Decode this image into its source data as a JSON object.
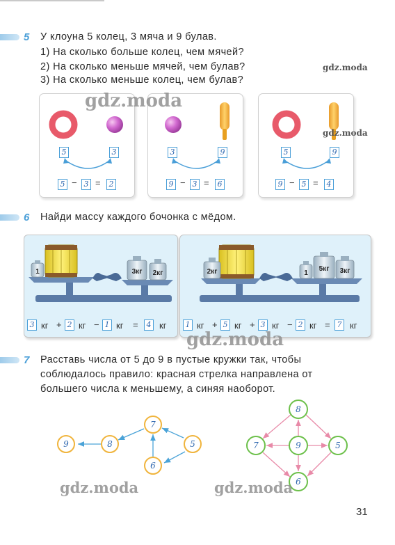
{
  "task5": {
    "number": "5",
    "text": "У клоуна 5 колец, 3 мяча и 9 булав.",
    "questions": [
      "1) На сколько больше колец, чем мячей?",
      "2) На сколько меньше мячей, чем булав?",
      "3) На сколько меньше колец, чем булав?"
    ],
    "panels": [
      {
        "left": "5",
        "right": "3",
        "eq": [
          "5",
          "3",
          "2"
        ]
      },
      {
        "left": "3",
        "right": "9",
        "eq": [
          "9",
          "3",
          "6"
        ]
      },
      {
        "left": "5",
        "right": "9",
        "eq": [
          "9",
          "5",
          "4"
        ]
      }
    ],
    "minus": "−",
    "equals": "="
  },
  "task6": {
    "number": "6",
    "text": "Найди массу каждого бочонка с мёдом.",
    "scale1": {
      "weights": [
        "1",
        "3кг",
        "2кг"
      ],
      "eq": [
        "3",
        "2",
        "1",
        "4"
      ],
      "unit": "кг"
    },
    "scale2": {
      "weights": [
        "2кг",
        "1",
        "5кг",
        "3кг"
      ],
      "eq": [
        "1",
        "5",
        "3",
        "2",
        "7"
      ],
      "unit": "кг"
    }
  },
  "task7": {
    "number": "7",
    "lines": [
      "Расставь числа от 5 до 9 в пустые кружки так, чтобы",
      "соблюдалось правило: красная стрелка направлена от",
      "большего числа к меньшему, а синяя наоборот."
    ],
    "graph1": [
      "9",
      "8",
      "7",
      "5",
      "6"
    ],
    "graph2": [
      "8",
      "7",
      "9",
      "5",
      "6"
    ]
  },
  "watermarks": {
    "big": "gdz.moda",
    "small": "gdz.moda"
  },
  "page_number": "31",
  "colors": {
    "blue": "#4a9fd8",
    "pink": "#e88aa8",
    "ring": "#e85a6a",
    "orange_circle": "#f0b43c",
    "green_circle": "#6cc04a",
    "scale_bg": "#dff1fa"
  }
}
